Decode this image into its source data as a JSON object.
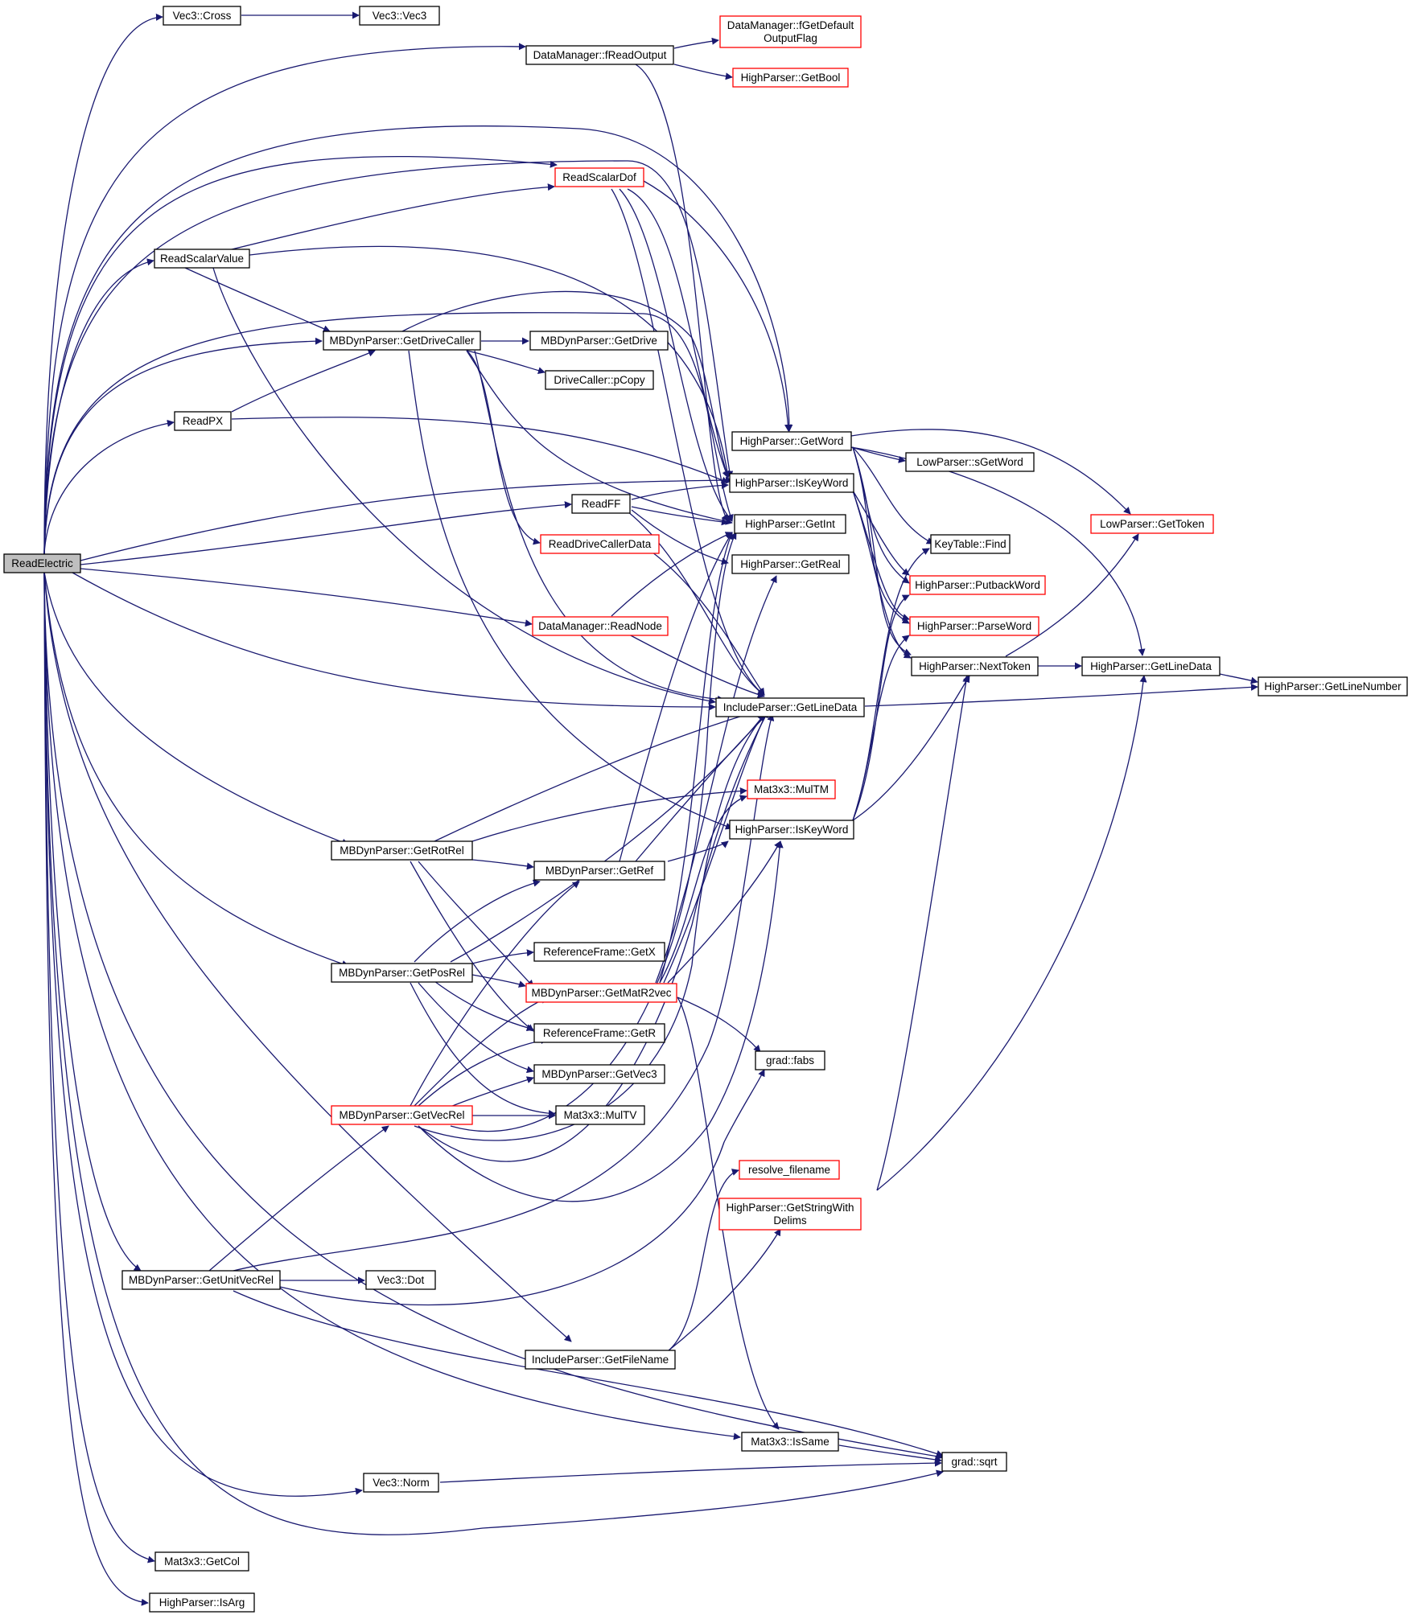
{
  "colors": {
    "edge": "#191970",
    "border": "#000000",
    "border_red": "#ff0000",
    "root_fill": "#bfbfbf"
  },
  "nodes": {
    "read_electric": "ReadElectric",
    "vec3_cross": "Vec3::Cross",
    "vec3_vec3": "Vec3::Vec3",
    "dm_freadoutput": "DataManager::fReadOutput",
    "dm_fgetdefault_1": "DataManager::fGetDefault",
    "dm_fgetdefault_2": "OutputFlag",
    "hp_getbool": "HighParser::GetBool",
    "read_scalar_dof": "ReadScalarDof",
    "read_scalar_value": "ReadScalarValue",
    "mbp_getdrivecaller": "MBDynParser::GetDriveCaller",
    "mbp_getdrive": "MBDynParser::GetDrive",
    "drivecaller_pcopy": "DriveCaller::pCopy",
    "read_px": "ReadPX",
    "hp_getword": "HighParser::GetWord",
    "lp_sgetword": "LowParser::sGetWord",
    "hp_iskeyword_1": "HighParser::IsKeyWord",
    "lp_gettoken": "LowParser::GetToken",
    "read_ff": "ReadFF",
    "hp_getint": "HighParser::GetInt",
    "keytable_find": "KeyTable::Find",
    "read_drivecaller_data": "ReadDriveCallerData",
    "hp_getreal": "HighParser::GetReal",
    "hp_putbackword": "HighParser::PutbackWord",
    "dm_readnode": "DataManager::ReadNode",
    "hp_parseword": "HighParser::ParseWord",
    "hp_nexttoken": "HighParser::NextToken",
    "hp_getlinedata": "HighParser::GetLineData",
    "hp_getlinenumber": "HighParser::GetLineNumber",
    "ip_getlinedata": "IncludeParser::GetLineData",
    "mat3x3_multm": "Mat3x3::MulTM",
    "hp_iskeyword_2": "HighParser::IsKeyWord",
    "mbp_getrotrel": "MBDynParser::GetRotRel",
    "mbp_getref": "MBDynParser::GetRef",
    "rf_getx": "ReferenceFrame::GetX",
    "mbp_getposrel": "MBDynParser::GetPosRel",
    "mbp_getmatr2vec": "MBDynParser::GetMatR2vec",
    "rf_getr": "ReferenceFrame::GetR",
    "grad_fabs": "grad::fabs",
    "mbp_getvec3": "MBDynParser::GetVec3",
    "mbp_getvecrel": "MBDynParser::GetVecRel",
    "mat3x3_multv": "Mat3x3::MulTV",
    "resolve_filename": "resolve_filename",
    "hp_getstringwith_1": "HighParser::GetStringWith",
    "hp_getstringwith_2": "Delims",
    "mbp_getunitvecrel": "MBDynParser::GetUnitVecRel",
    "vec3_dot": "Vec3::Dot",
    "ip_getfilename": "IncludeParser::GetFileName",
    "mat3x3_issame": "Mat3x3::IsSame",
    "grad_sqrt": "grad::sqrt",
    "vec3_norm": "Vec3::Norm",
    "mat3x3_getcol": "Mat3x3::GetCol",
    "hp_isarg": "HighParser::IsArg"
  }
}
